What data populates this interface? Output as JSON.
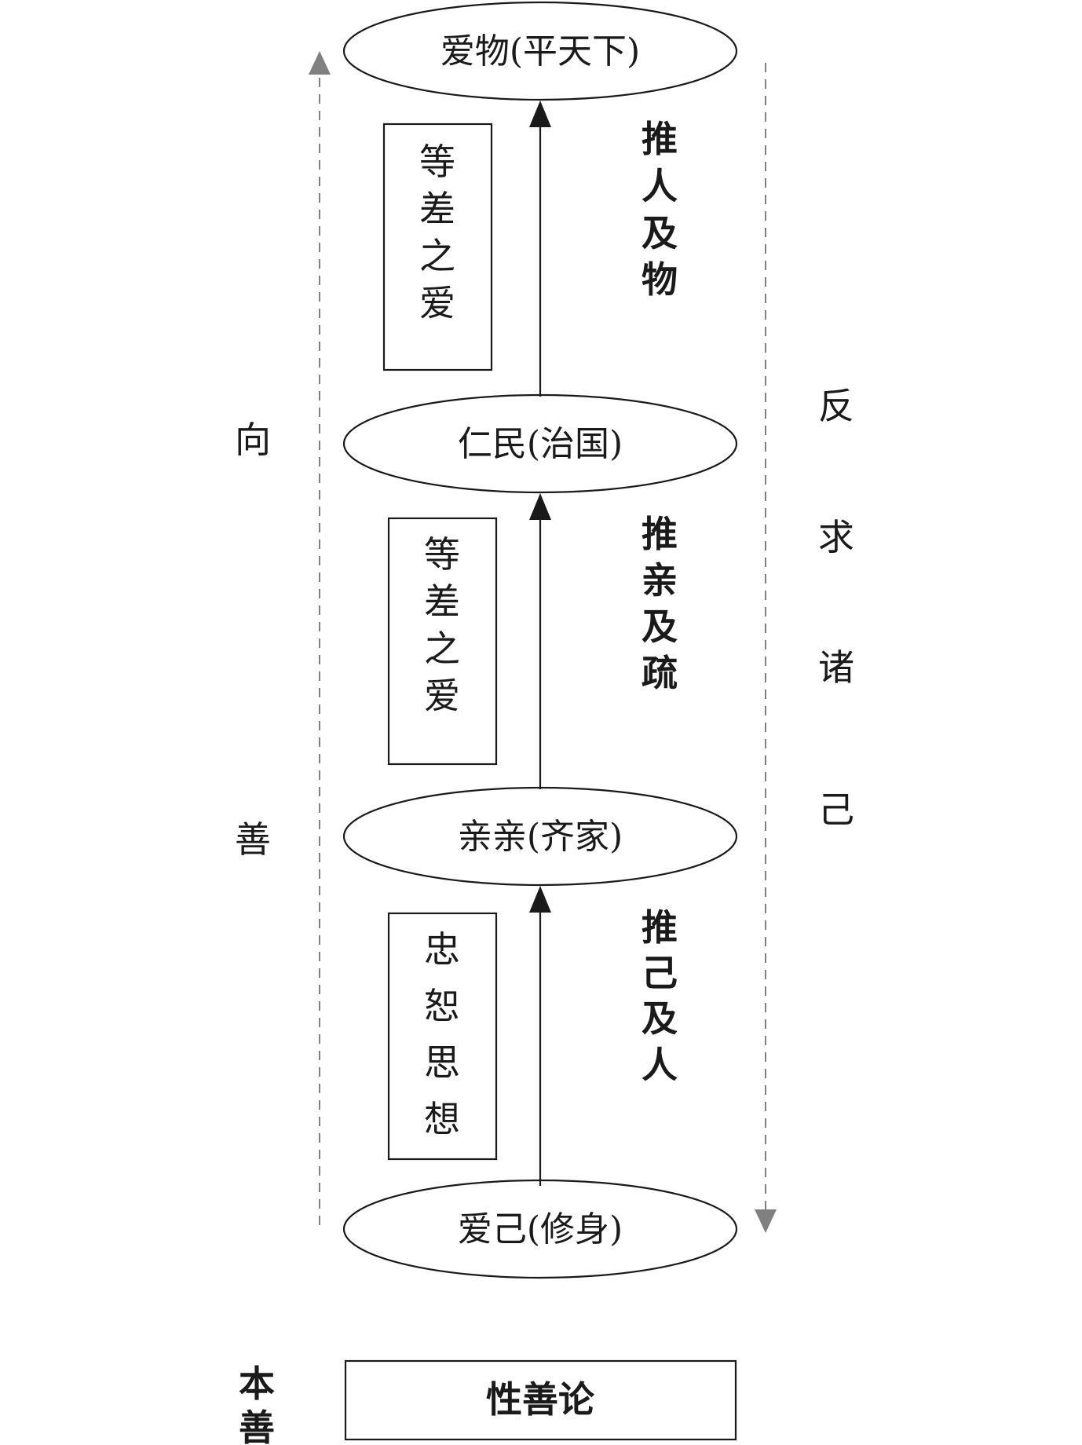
{
  "nodes": [
    {
      "label": "爱物(平天下)"
    },
    {
      "label": "仁民(治国)"
    },
    {
      "label": "亲亲(齐家)"
    },
    {
      "label": "爱己(修身)"
    }
  ],
  "side_boxes": [
    {
      "chars": [
        "等",
        "差",
        "之",
        "爱"
      ]
    },
    {
      "chars": [
        "等",
        "差",
        "之",
        "爱"
      ]
    },
    {
      "chars": [
        "忠",
        "恕",
        "思",
        "想"
      ]
    }
  ],
  "step_labels": [
    {
      "chars": [
        "推",
        "人",
        "及",
        "物"
      ]
    },
    {
      "chars": [
        "推",
        "亲",
        "及",
        "疏"
      ]
    },
    {
      "chars": [
        "推",
        "己",
        "及",
        "人"
      ]
    }
  ],
  "left_axis": {
    "chars": [
      "向",
      "善"
    ]
  },
  "right_axis": {
    "chars": [
      "反",
      "求",
      "诸",
      "己"
    ]
  },
  "base": {
    "label": "性善论",
    "side_chars": [
      "本",
      "善"
    ]
  },
  "colors": {
    "line": "#1a1a1a",
    "dashed": "#808080"
  }
}
